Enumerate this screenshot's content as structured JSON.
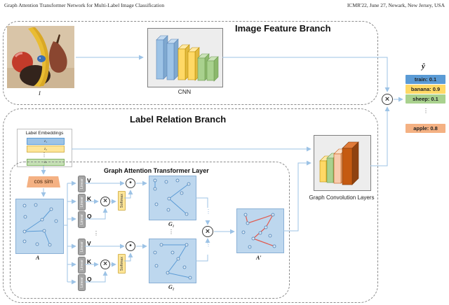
{
  "header": {
    "left_title": "Graph Attention Transformer Network for Multi-Label Image Classification",
    "right_conference": "ICMR'22, June 27, Newark, New Jersey, USA"
  },
  "image_feature_branch": {
    "title": "Image Feature Branch",
    "input_image_label": "I",
    "cnn_label": "CNN"
  },
  "label_relation_branch": {
    "title": "Label Relation Branch",
    "label_embeddings": {
      "title": "Label Embeddings",
      "z1": "z₁",
      "z2": "z₂",
      "dots": "⋮",
      "zk": "zₖ"
    },
    "cos_sim_label": "cos sim",
    "adjacency_matrix_label": "A",
    "gat_layer": {
      "title": "Graph Attention Transformer Layer",
      "linear_label": "Linear",
      "softmax_label": "Softmax",
      "v_label": "V",
      "k_label": "K",
      "q_label": "Q",
      "g1_label": "G₁",
      "g2_label": "G₂",
      "dots": "⋮"
    },
    "updated_matrix_label": "A′",
    "gcn_label": "Graph Convolution Layers"
  },
  "output": {
    "y_hat": "ŷ",
    "predictions": [
      {
        "label": "train: 0.1",
        "color": "#5b9bd5"
      },
      {
        "label": "banana: 0.9",
        "color": "#ffd966"
      },
      {
        "label": "sheep: 0.1",
        "color": "#a9d18e"
      },
      {
        "label": "apple: 0.8",
        "color": "#f4b183"
      }
    ],
    "dots": "⋮"
  },
  "operators": {
    "multiply": "×",
    "hadamard": "•"
  },
  "colors": {
    "arrow": "#9dc3e6",
    "dashed_border": "#8c8c8c",
    "graph_box_fill": "#bdd7ee",
    "graph_edge": "#5b9bd5",
    "a_prime_edge": "#e15b50",
    "linear_box": "#a6a6a6",
    "softmax_box": "#ffe699",
    "cos_sim_box": "#f4b183",
    "cnn_layer_colors": [
      "#9dc3e6",
      "#ffd966",
      "#a9d18e"
    ],
    "gcn_layer_colors": [
      "#ffd966",
      "#a9d18e",
      "#f8cbad",
      "#c55a11"
    ]
  }
}
